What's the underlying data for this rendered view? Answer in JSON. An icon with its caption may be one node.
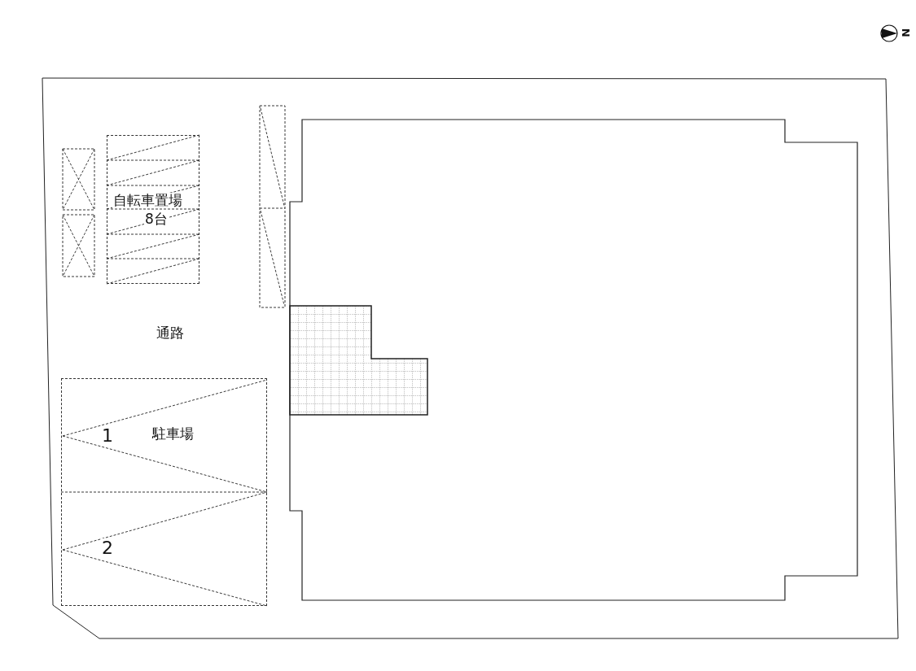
{
  "diagram": {
    "nodes": [
      {
        "text": [
          "自転車置場",
          "8台"
        ]
      },
      {
        "text": [
          "駐車場"
        ]
      }
    ],
    "labels": [
      "通路",
      "1",
      "2",
      "N"
    ]
  }
}
